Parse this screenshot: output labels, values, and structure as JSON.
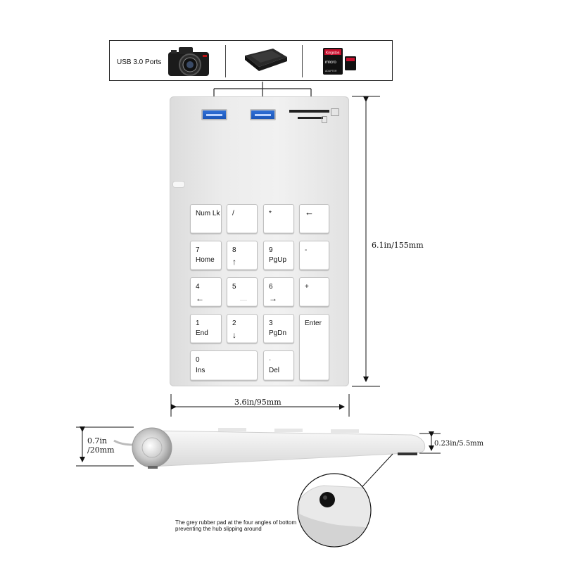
{
  "banner": {
    "usb_label": "USB 3.0 Ports"
  },
  "sd_card": {
    "brand": "Kingston",
    "text": "micro",
    "sub": "ADAPTER"
  },
  "keys": [
    {
      "id": "numlk",
      "top": "Num Lk",
      "bottom": ""
    },
    {
      "id": "slash",
      "top": "/",
      "bottom": ""
    },
    {
      "id": "star",
      "top": "*",
      "bottom": ""
    },
    {
      "id": "backspace",
      "top": "←",
      "bottom": ""
    },
    {
      "id": "7",
      "top": "7",
      "bottom": "Home"
    },
    {
      "id": "8",
      "top": "8",
      "bottom": "↑"
    },
    {
      "id": "9",
      "top": "9",
      "bottom": "PgUp"
    },
    {
      "id": "minus",
      "top": "-",
      "bottom": ""
    },
    {
      "id": "4",
      "top": "4",
      "bottom": "←"
    },
    {
      "id": "5",
      "top": "5",
      "bottom": ""
    },
    {
      "id": "6",
      "top": "6",
      "bottom": "→"
    },
    {
      "id": "plus",
      "top": "+",
      "bottom": ""
    },
    {
      "id": "1",
      "top": "1",
      "bottom": "End"
    },
    {
      "id": "2",
      "top": "2",
      "bottom": "↓"
    },
    {
      "id": "3",
      "top": "3",
      "bottom": "PgDn"
    },
    {
      "id": "enter",
      "top": "Enter",
      "bottom": ""
    },
    {
      "id": "0",
      "top": "0",
      "bottom": "Ins"
    },
    {
      "id": "dot",
      "top": "·",
      "bottom": "Del"
    }
  ],
  "dims": {
    "height": "6.1in/155mm",
    "width": "3.6in/95mm",
    "side_left_1": "0.7in",
    "side_left_2": "/20mm",
    "side_right": "0.23in/5.5mm"
  },
  "note": {
    "line1": "The grey rubber pad at the four angles of bottom",
    "line2": "preventing the hub slipping around"
  }
}
